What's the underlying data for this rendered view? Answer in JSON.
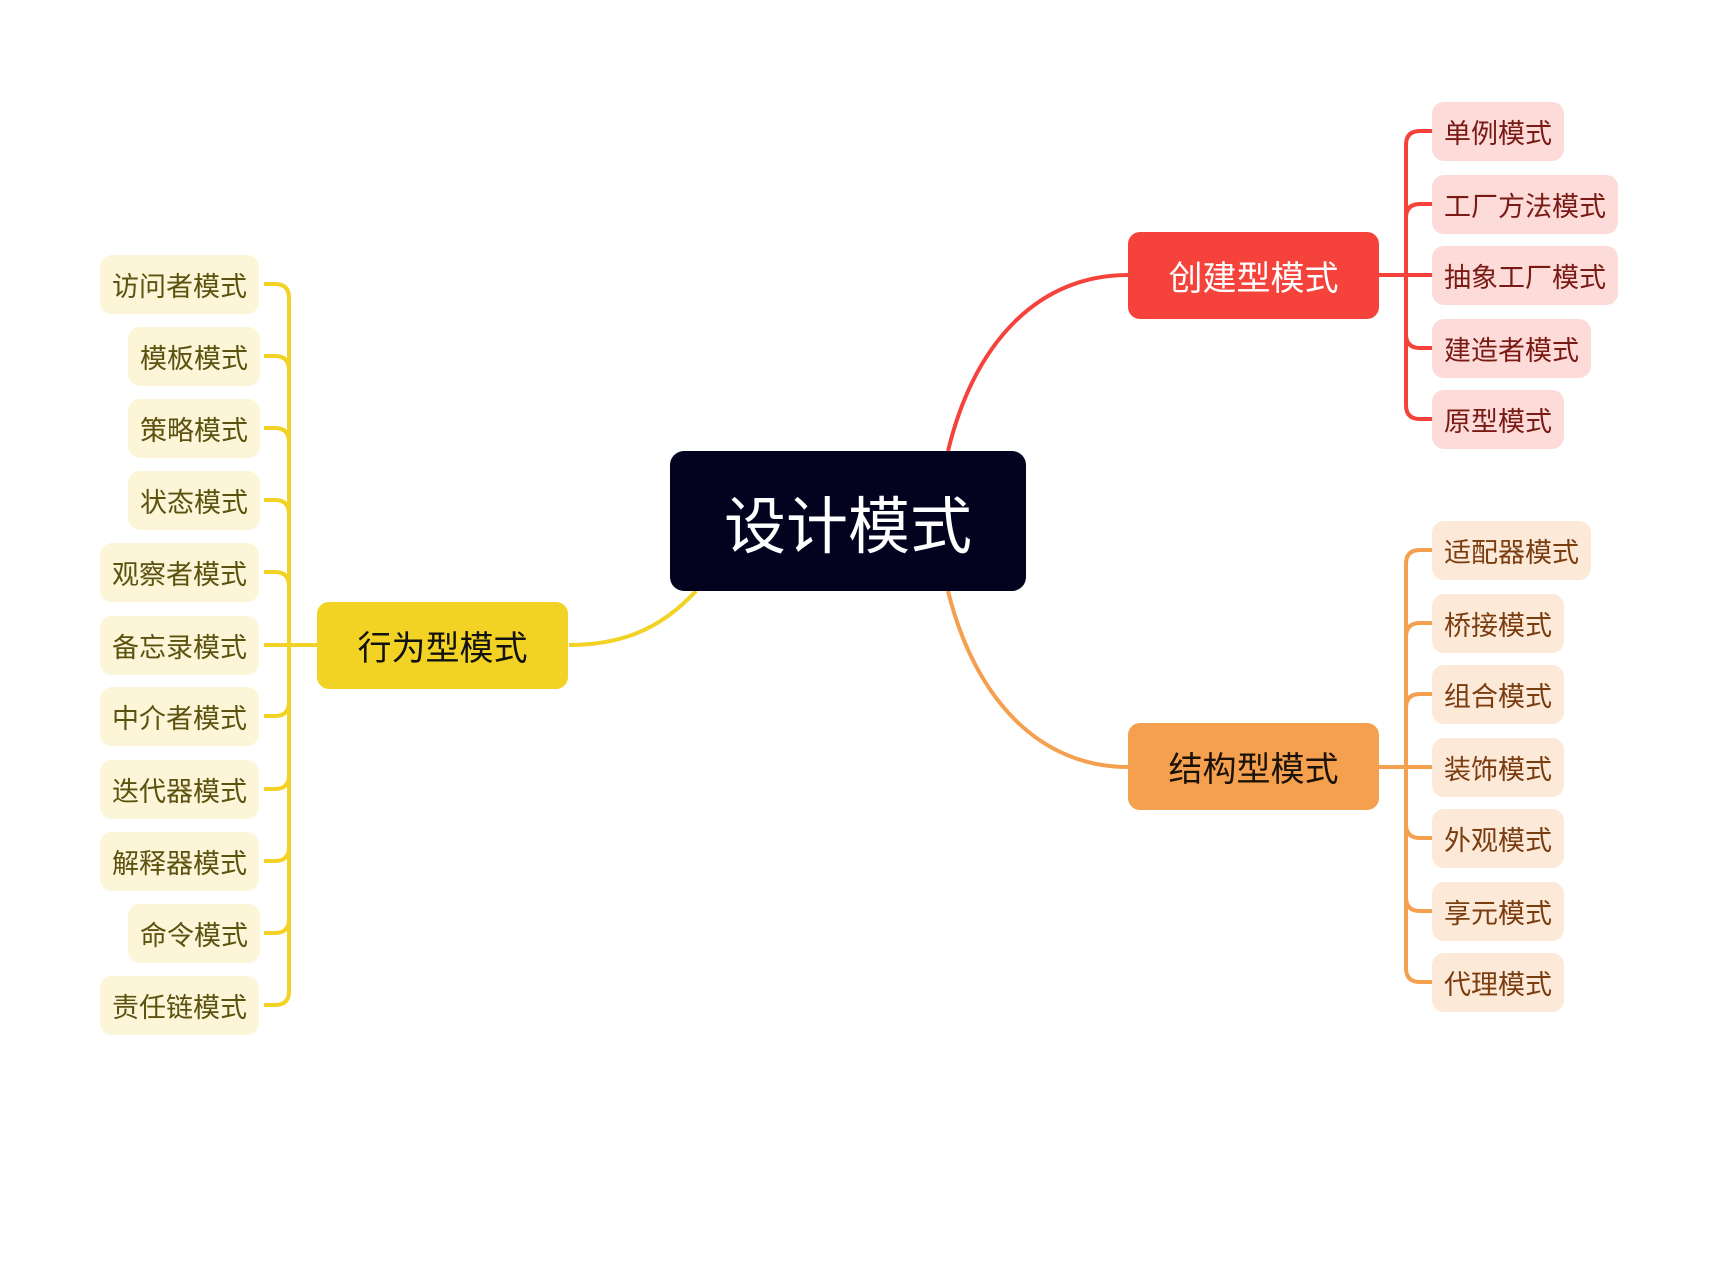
{
  "root": {
    "label": "设计模式",
    "color": "#03031f"
  },
  "branches": {
    "creational": {
      "label": "创建型模式",
      "color": "#f5433c",
      "leaves": [
        "单例模式",
        "工厂方法模式",
        "抽象工厂模式",
        "建造者模式",
        "原型模式"
      ]
    },
    "structural": {
      "label": "结构型模式",
      "color": "#f4a04f",
      "leaves": [
        "适配器模式",
        "桥接模式",
        "组合模式",
        "装饰模式",
        "外观模式",
        "享元模式",
        "代理模式"
      ]
    },
    "behavioral": {
      "label": "行为型模式",
      "color": "#f2d224",
      "leaves": [
        "访问者模式",
        "模板模式",
        "策略模式",
        "状态模式",
        "观察者模式",
        "备忘录模式",
        "中介者模式",
        "迭代器模式",
        "解释器模式",
        "命令模式",
        "责任链模式"
      ]
    }
  }
}
